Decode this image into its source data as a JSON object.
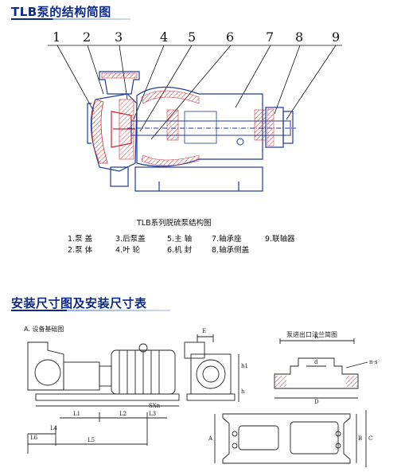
{
  "section1": {
    "title": "TLB泵的结构简图"
  },
  "part_numbers": [
    "1",
    "2",
    "3",
    "4",
    "5",
    "6",
    "7",
    "8",
    "9"
  ],
  "diagram1_caption": "TLB系列脱硫泵结构图",
  "legend": [
    {
      "num": "1.",
      "label": "泵 盖"
    },
    {
      "num": "3.",
      "label": "后泵盖"
    },
    {
      "num": "5.",
      "label": "主 轴"
    },
    {
      "num": "7.",
      "label": "轴承座"
    },
    {
      "num": "9.",
      "label": "联轴器"
    },
    {
      "num": "2.",
      "label": "泵 体"
    },
    {
      "num": "4.",
      "label": "叶 轮"
    },
    {
      "num": "6.",
      "label": "机 封"
    },
    {
      "num": "8.",
      "label": "轴承侧盖"
    }
  ],
  "section2": {
    "title": "安装尺寸图及安装尺寸表"
  },
  "install_label": "A. 设备基础图",
  "flange_label": "泵进出口法兰简图",
  "dims": {
    "E": "E",
    "h1": "h1",
    "h": "h",
    "L1": "L1",
    "L2": "L2",
    "L3": "L3",
    "L4": "L4",
    "L5": "L5",
    "L6": "L6",
    "SXn": "SXn",
    "K": "K",
    "d": "d",
    "D": "D",
    "ns": "n-s",
    "A": "A",
    "B": "B",
    "C": "C"
  },
  "colors": {
    "title_blue": "#0b2a8a",
    "accent_red": "#d2232a",
    "line_blue": "#1f3a9a"
  }
}
